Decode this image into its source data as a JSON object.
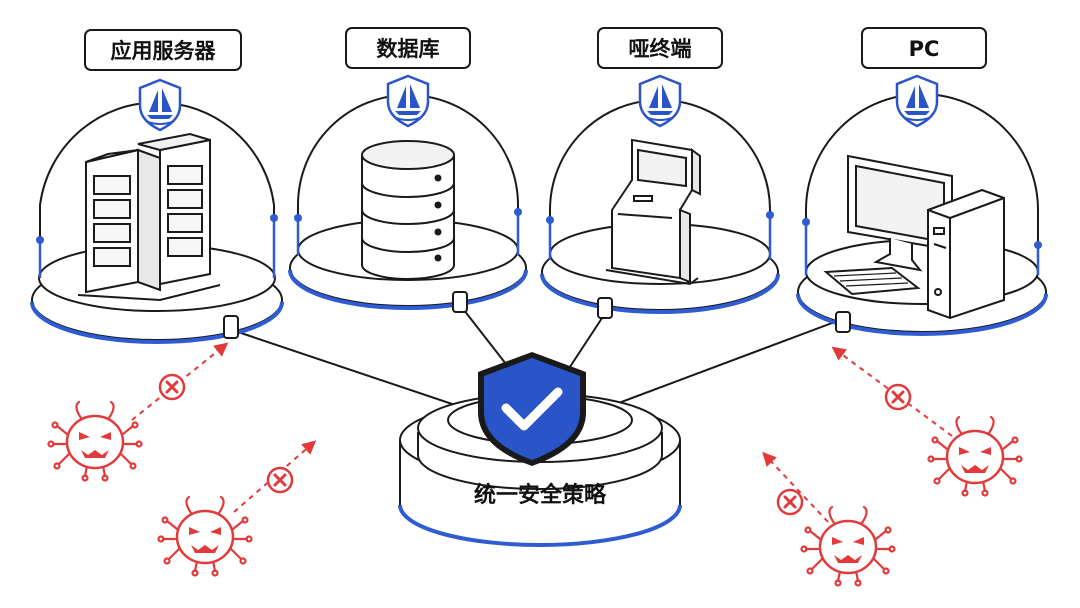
{
  "colors": {
    "outline": "#1a1a1a",
    "accent_blue": "#2f5bd3",
    "shield_blue": "#2a55c9",
    "threat_red": "#e23a3a",
    "background": "#ffffff"
  },
  "nodes": [
    {
      "id": "app-server",
      "label": "应用服务器",
      "device": "server-rack-icon"
    },
    {
      "id": "database",
      "label": "数据库",
      "device": "database-icon"
    },
    {
      "id": "dumb-terminal",
      "label": "哑终端",
      "device": "kiosk-terminal-icon"
    },
    {
      "id": "pc",
      "label": "PC",
      "device": "desktop-pc-icon"
    }
  ],
  "hub": {
    "label": "统一安全策略",
    "icon": "shield-check-icon"
  },
  "threats": {
    "icon": "virus-bug-icon",
    "blocked_icon": "blocked-x-icon",
    "count": 4
  }
}
